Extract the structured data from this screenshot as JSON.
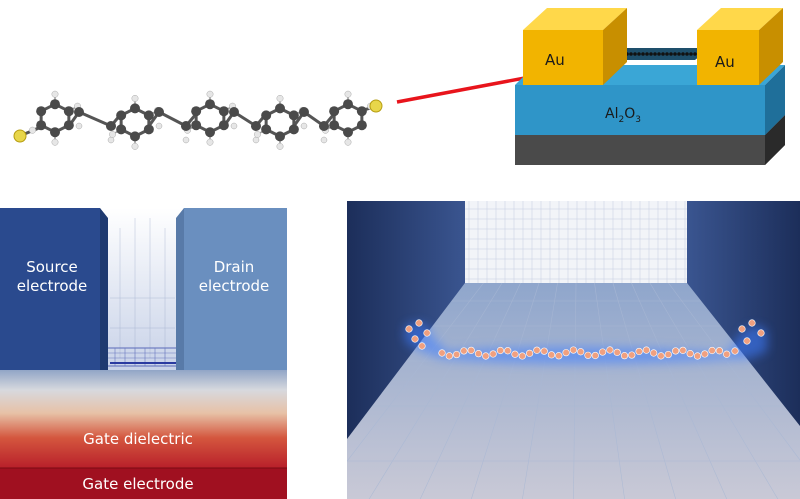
{
  "device": {
    "electrode_left": "Au",
    "electrode_right": "Au",
    "substrate": "Al",
    "substrate_sub": "2",
    "substrate_tail": "O",
    "substrate_sub2": "3"
  },
  "cross_section": {
    "source_line1": "Source",
    "source_line2": "electrode",
    "drain_line1": "Drain",
    "drain_line2": "electrode",
    "dielectric": "Gate dielectric",
    "gate": "Gate electrode"
  },
  "colors": {
    "gold": "#f2b400",
    "alumina": "#2f95c8",
    "arrow": "#e8141c",
    "source": "#2a4a8e",
    "drain": "#6a8fbf",
    "gate": "#a01020"
  }
}
